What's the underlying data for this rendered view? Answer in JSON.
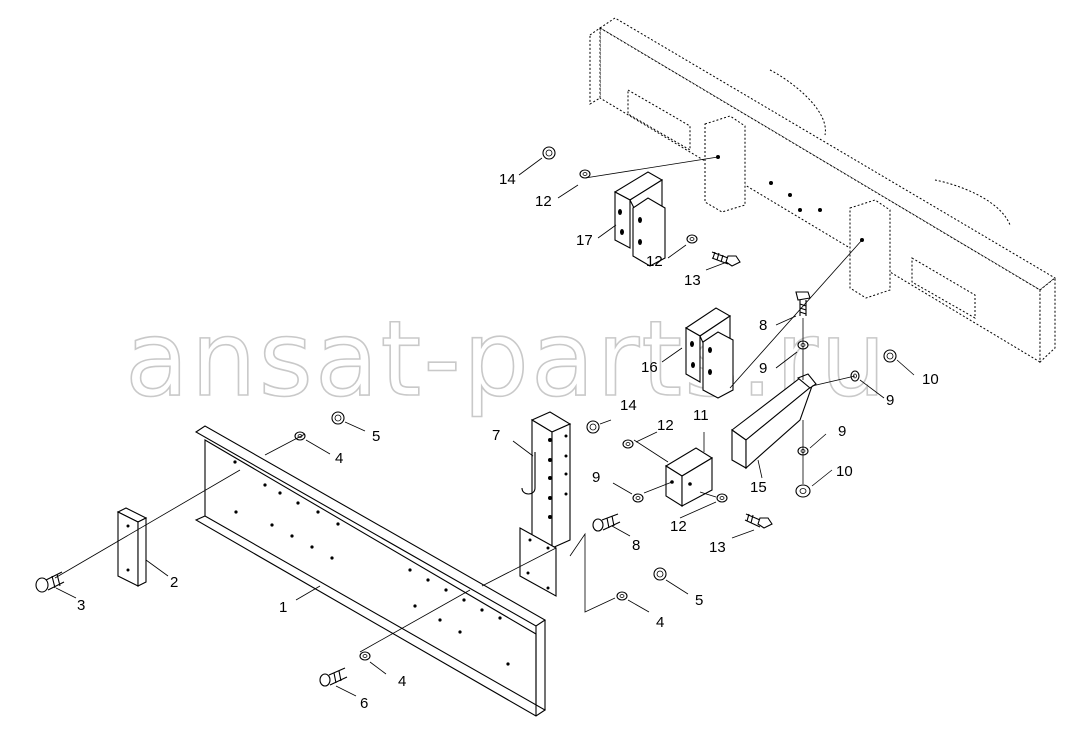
{
  "watermark": "ansat-parts.ru",
  "labels": {
    "l1": "1",
    "l2": "2",
    "l3": "3",
    "l4a": "4",
    "l4b": "4",
    "l4c": "4",
    "l5a": "5",
    "l5b": "5",
    "l6": "6",
    "l7": "7",
    "l8a": "8",
    "l8b": "8",
    "l9a": "9",
    "l9b": "9",
    "l9c": "9",
    "l9d": "9",
    "l10a": "10",
    "l10b": "10",
    "l11": "11",
    "l12a": "12",
    "l12b": "12",
    "l12c": "12",
    "l12d": "12",
    "l13a": "13",
    "l13b": "13",
    "l14a": "14",
    "l14b": "14",
    "l15": "15",
    "l16": "16",
    "l17": "17"
  }
}
